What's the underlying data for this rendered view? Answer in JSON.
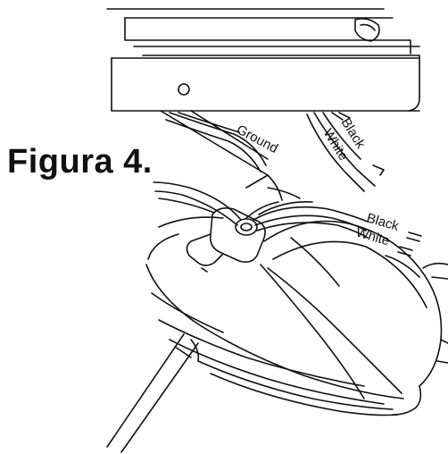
{
  "figure": {
    "title": "Figura 4."
  },
  "labels": {
    "ground": "Ground",
    "black_upper": "Black",
    "white_upper": "White",
    "black_lower": "Black",
    "white_lower": "White"
  },
  "colors": {
    "line": "#111111",
    "background": "#ffffff"
  }
}
